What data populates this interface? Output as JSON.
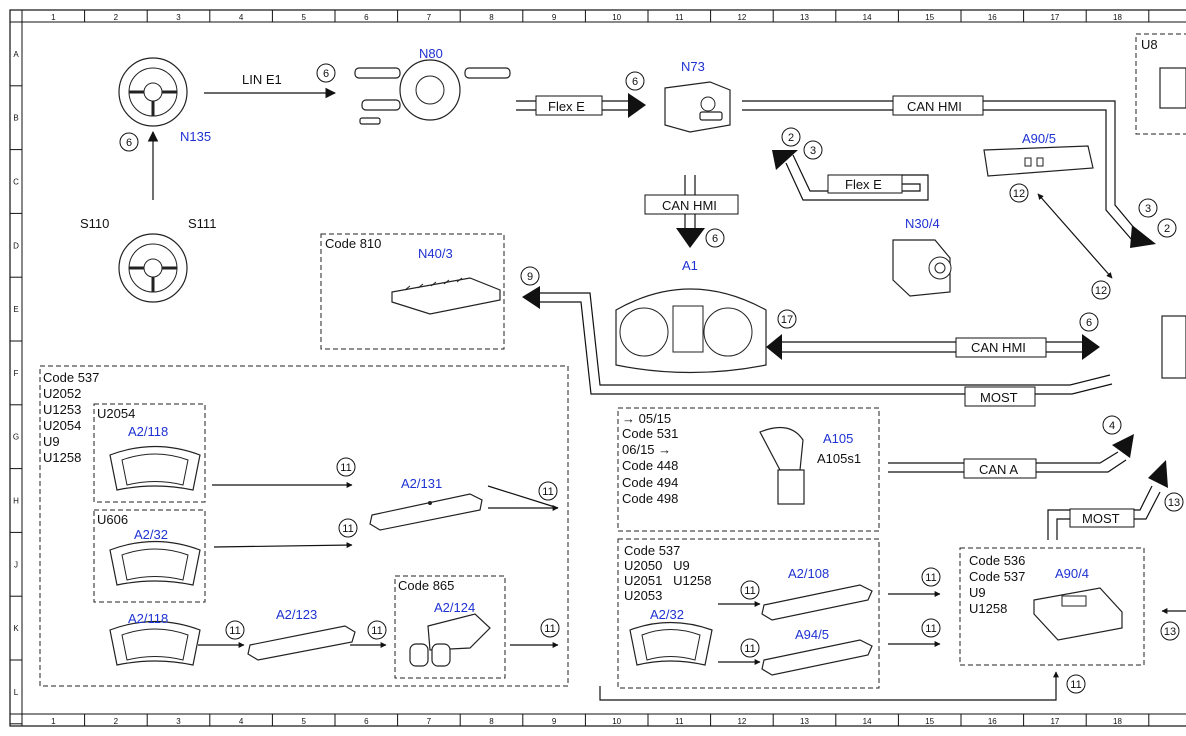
{
  "ruler": {
    "columns": [
      "1",
      "2",
      "3",
      "4",
      "5",
      "6",
      "7",
      "8",
      "9",
      "10",
      "11",
      "12",
      "13",
      "14",
      "15",
      "16",
      "17",
      "18"
    ],
    "rows": [
      "A",
      "B",
      "C",
      "D",
      "E",
      "F",
      "G",
      "H",
      "J",
      "K",
      "L"
    ]
  },
  "components": {
    "N135": "N135",
    "S110": "S110",
    "S111": "S111",
    "N80": "N80",
    "N73": "N73",
    "U8": "U8",
    "A90_5": "A90/5",
    "N30_4": "N30/4",
    "N40_3": "N40/3",
    "A1": "A1",
    "A2_118_top": "A2/118",
    "A2_131": "A2/131",
    "A2_32_left": "A2/32",
    "A2_118_bottom": "A2/118",
    "A2_123": "A2/123",
    "A2_124": "A2/124",
    "A105": "A105",
    "A105s1": "A105s1",
    "A2_108": "A2/108",
    "A2_32_right": "A2/32",
    "A94_5": "A94/5",
    "A90_4": "A90/4"
  },
  "buses": {
    "lin_e1": "LIN E1",
    "flex_e_top": "Flex E",
    "can_hmi_top": "CAN HMI",
    "flex_e_mid": "Flex E",
    "can_hmi_vertical": "CAN HMI",
    "can_hmi_right": "CAN HMI",
    "most_mid": "MOST",
    "can_a": "CAN A",
    "most_right": "MOST"
  },
  "code_boxes": {
    "code810": "Code 810",
    "code537_left": [
      "Code 537",
      "U2052",
      "U1253",
      "U2054",
      "U9",
      "U1258"
    ],
    "u2054": "U2054",
    "u606": "U606",
    "code865": "Code 865",
    "a105_codes": [
      "→ 05/15",
      "Code 531",
      "06/15 →",
      "Code 448",
      "Code 494",
      "Code 498"
    ],
    "code537_right": [
      "Code 537",
      "U2050   U9",
      "U2051   U1258",
      "U2053"
    ],
    "code536": [
      "Code 536",
      "Code 537",
      "U9",
      "U1258"
    ]
  },
  "circle_numbers": {
    "n6a": "6",
    "n6b": "6",
    "n6c": "6",
    "n2a": "2",
    "n3a": "3",
    "n6d": "6",
    "n12a": "12",
    "n3b": "3",
    "n2b": "2",
    "n9": "9",
    "n12b": "12",
    "n17": "17",
    "n6e": "6",
    "n4": "4",
    "n11a": "11",
    "n11b": "11",
    "n11c": "11",
    "n11d": "11",
    "n11e": "11",
    "n11f": "11",
    "n11g": "11",
    "n11h": "11",
    "n11i": "11",
    "n11j": "11",
    "n13a": "13",
    "n13b": "13",
    "n11k": "11"
  }
}
